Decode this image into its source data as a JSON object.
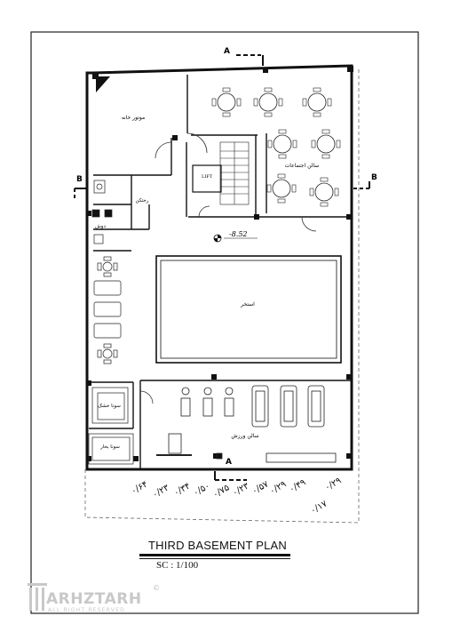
{
  "sections": {
    "a_label": "A",
    "b_label": "B"
  },
  "rooms": {
    "engine_room": "موتور خانه",
    "meeting_hall": "سالن اجتماعات",
    "lift": "LIFT",
    "locker": "رختکن",
    "shower": "دوش",
    "pool": "استخر",
    "dry_sauna": "سونا خشک",
    "steam_sauna": "سونا بخار",
    "gym_hall": "سالن ورزش"
  },
  "level_mark": "-8.52",
  "dimensions": [
    "۰/۶۴",
    "۰/۲۳",
    "۰/۳۴",
    "۰/۵۰",
    "۰/۷۵",
    "۰/۲۳",
    "۰/۵۷",
    "۰/۲۹",
    "۰/۴۹",
    "۰/۲۹",
    "۰/۱۷"
  ],
  "title": "THIRD BASEMENT PLAN",
  "scale": "SC :  1/100",
  "logo": {
    "name": "ARHZTARH",
    "tagline": "ALL RIGHT RESERVED",
    "copyright": "©"
  }
}
